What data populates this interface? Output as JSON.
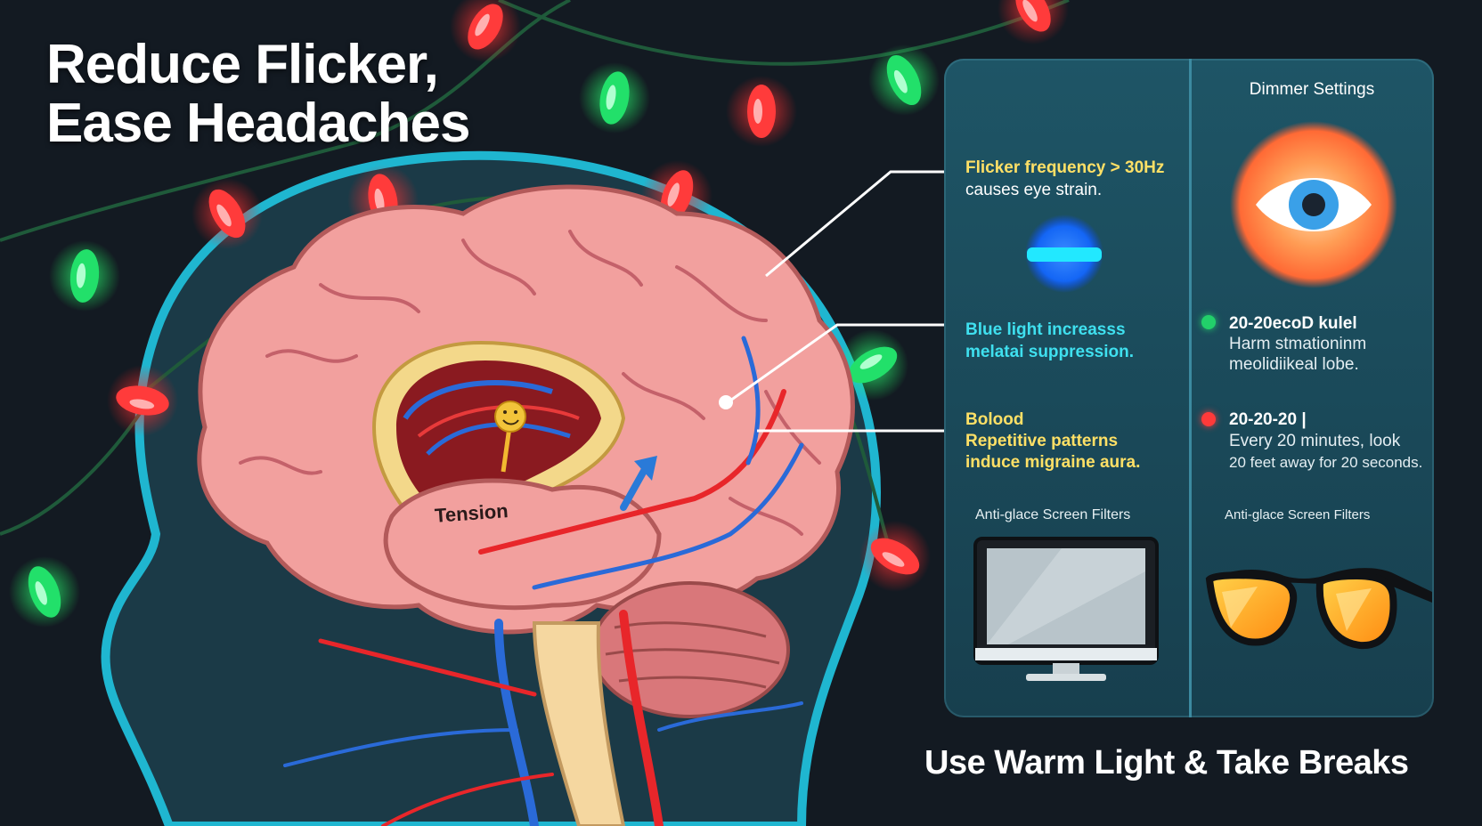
{
  "title": {
    "line1": "Reduce Flicker,",
    "line2": "Ease Headaches"
  },
  "brain": {
    "label": "Tension"
  },
  "facts": {
    "flicker": {
      "line1": "Flicker frequency > 30Hz",
      "line2": "causes eye strain."
    },
    "blue_light": {
      "line1": "Blue light increasss",
      "line2": "melatai suppression."
    },
    "patterns": {
      "line1": "Bolood",
      "line2": "Repetitive patterns",
      "line3": "induce migraine aura."
    }
  },
  "dimmer": {
    "heading": "Dimmer Settings",
    "rule1": {
      "title": "20-20ecoD kulel",
      "line1": "Harm stmationinm",
      "line2": "meolidiikeal lobe."
    },
    "rule2": {
      "title": "20-20-20 |",
      "line1": "Every 20 minutes, look",
      "line2": "20 feet away for 20 seconds."
    }
  },
  "captions": {
    "monitor": "Anti-glace Screen Filters",
    "glasses": "Anti-glace Screen Filters"
  },
  "footer": {
    "tagline": "Use Warm Light & Take Breaks"
  },
  "colors": {
    "background": "#131a22",
    "panel": "#1e5566",
    "light_red": "#ff3b3b",
    "light_green": "#22e06a",
    "accent_yellow": "#ffe066",
    "accent_cyan": "#3fe0ef",
    "glasses_lens": "#ffa726"
  },
  "icons": [
    "christmas-light-icon",
    "brain-icon",
    "head-icon",
    "flicker-bulb-icon",
    "eye-icon",
    "monitor-icon",
    "glasses-icon",
    "smiley-icon"
  ]
}
